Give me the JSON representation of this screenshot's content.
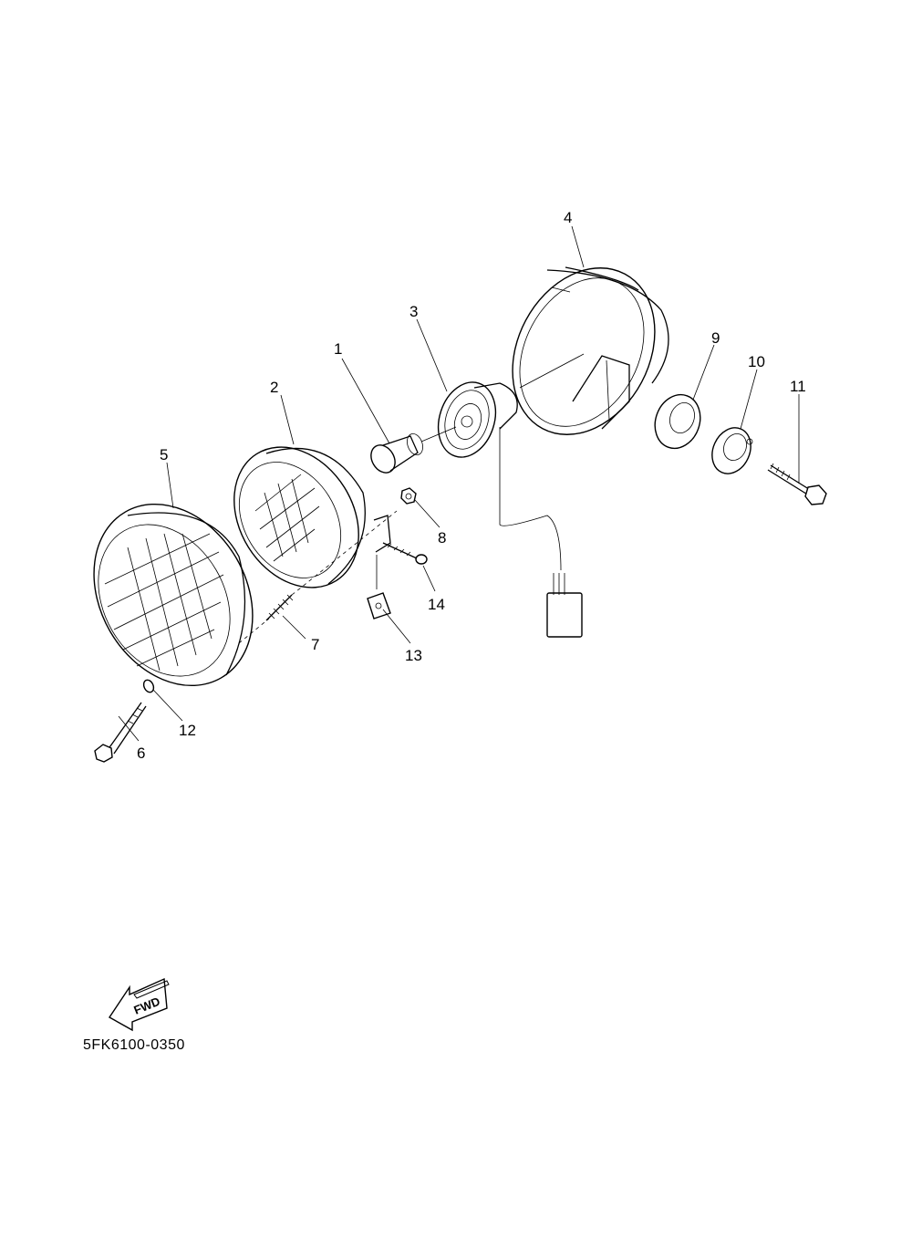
{
  "callouts": [
    {
      "id": "1",
      "label": "1"
    },
    {
      "id": "2",
      "label": "2"
    },
    {
      "id": "3",
      "label": "3"
    },
    {
      "id": "4",
      "label": "4"
    },
    {
      "id": "5",
      "label": "5"
    },
    {
      "id": "6",
      "label": "6"
    },
    {
      "id": "7",
      "label": "7"
    },
    {
      "id": "8",
      "label": "8"
    },
    {
      "id": "9",
      "label": "9"
    },
    {
      "id": "10",
      "label": "10"
    },
    {
      "id": "11",
      "label": "11"
    },
    {
      "id": "12",
      "label": "12"
    },
    {
      "id": "13",
      "label": "13"
    },
    {
      "id": "14",
      "label": "14"
    }
  ],
  "fwd_label": "FWD",
  "diagram_code": "5FK6100-0350",
  "icons": [
    "fwd-arrow-icon"
  ]
}
